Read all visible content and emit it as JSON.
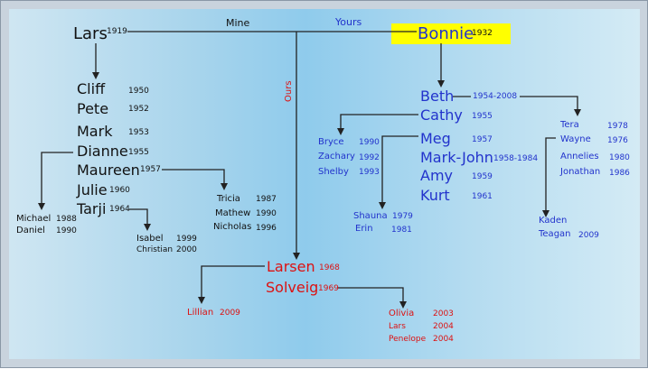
{
  "labels": {
    "mine": "Mine",
    "yours": "Yours",
    "ours": "Ours"
  },
  "colors": {
    "mine": "#111111",
    "yours": "#2233cc",
    "ours": "#dd1111",
    "highlight": "#ffff00",
    "line": "#222222"
  },
  "people": {
    "lars": {
      "name": "Lars",
      "year": "1919"
    },
    "bonnie": {
      "name": "Bonnie",
      "year": "1932"
    },
    "cliff": {
      "name": "Cliff",
      "year": "1950"
    },
    "pete": {
      "name": "Pete",
      "year": "1952"
    },
    "mark": {
      "name": "Mark",
      "year": "1953"
    },
    "dianne": {
      "name": "Dianne",
      "year": "1955"
    },
    "maureen": {
      "name": "Maureen",
      "year": "1957"
    },
    "julie": {
      "name": "Julie",
      "year": "1960"
    },
    "tarji": {
      "name": "Tarji",
      "year": "1964"
    },
    "michael": {
      "name": "Michael",
      "year": "1988"
    },
    "daniel": {
      "name": "Daniel",
      "year": "1990"
    },
    "isabel": {
      "name": "Isabel",
      "year": "1999"
    },
    "christian": {
      "name": "Christian",
      "year": "2000"
    },
    "tricia": {
      "name": "Tricia",
      "year": "1987"
    },
    "mathew": {
      "name": "Mathew",
      "year": "1990"
    },
    "nicholas": {
      "name": "Nicholas",
      "year": "1996"
    },
    "beth": {
      "name": "Beth",
      "year": "1954-2008"
    },
    "cathy": {
      "name": "Cathy",
      "year": "1955"
    },
    "meg": {
      "name": "Meg",
      "year": "1957"
    },
    "markjohn": {
      "name": "Mark-John",
      "year": "1958-1984"
    },
    "amy": {
      "name": "Amy",
      "year": "1959"
    },
    "kurt": {
      "name": "Kurt",
      "year": "1961"
    },
    "bryce": {
      "name": "Bryce",
      "year": "1990"
    },
    "zachary": {
      "name": "Zachary",
      "year": "1992"
    },
    "shelby": {
      "name": "Shelby",
      "year": "1993"
    },
    "shauna": {
      "name": "Shauna",
      "year": "1979"
    },
    "erin": {
      "name": "Erin",
      "year": "1981"
    },
    "tera": {
      "name": "Tera",
      "year": "1978"
    },
    "wayne": {
      "name": "Wayne",
      "year": "1976"
    },
    "annelies": {
      "name": "Annelies",
      "year": "1980"
    },
    "jonathan": {
      "name": "Jonathan",
      "year": "1986"
    },
    "kaden": {
      "name": "Kaden",
      "year": ""
    },
    "teagan": {
      "name": "Teagan",
      "year": "2009"
    },
    "larsen": {
      "name": "Larsen",
      "year": "1968"
    },
    "solveig": {
      "name": "Solveig",
      "year": "1969"
    },
    "lillian": {
      "name": "Lillian",
      "year": "2009"
    },
    "olivia": {
      "name": "Olivia",
      "year": "2003"
    },
    "lars2": {
      "name": "Lars",
      "year": "2004"
    },
    "penelope": {
      "name": "Penelope",
      "year": "2004"
    }
  }
}
